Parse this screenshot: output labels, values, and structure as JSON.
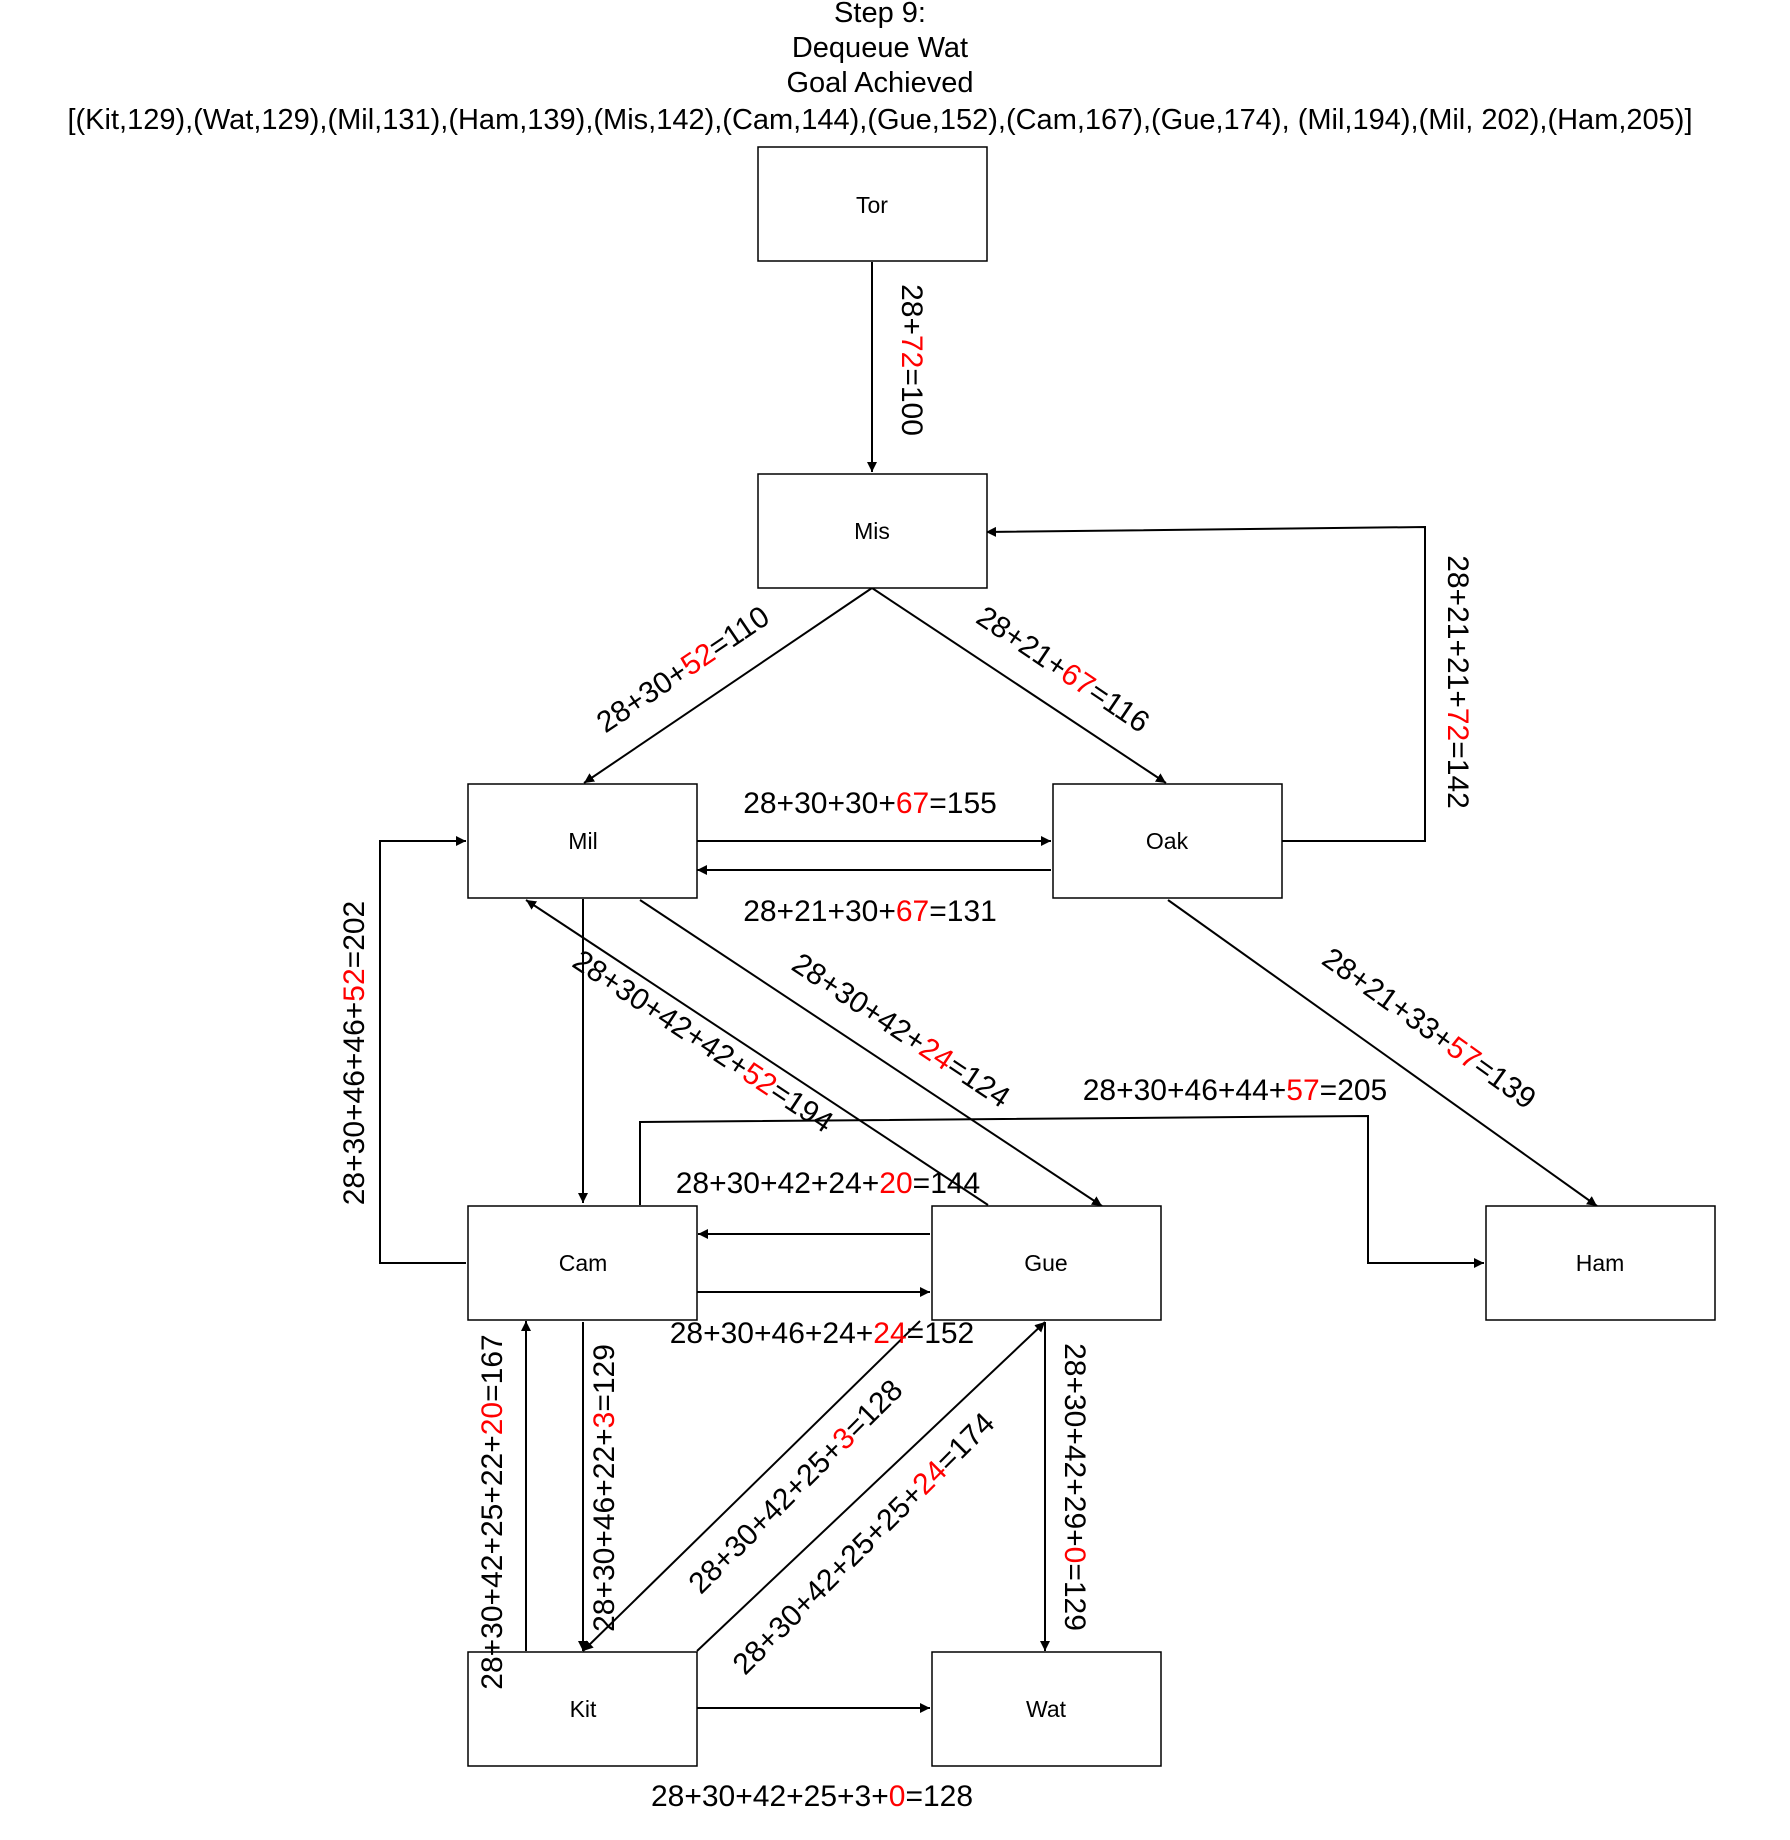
{
  "header": {
    "step": "Step 9:",
    "action": "Dequeue Wat",
    "status": "Goal Achieved",
    "queue": "[(Kit,129),(Wat,129),(Mil,131),(Ham,139),(Mis,142),(Cam,144),(Gue,152),(Cam,167),(Gue,174), (Mil,194),(Mil, 202),(Ham,205)]"
  },
  "colors": {
    "highlight": "#ff0000",
    "ink": "#000000"
  },
  "nodes": {
    "tor": "Tor",
    "mis": "Mis",
    "mil": "Mil",
    "oak": "Oak",
    "cam": "Cam",
    "gue": "Gue",
    "ham": "Ham",
    "kit": "Kit",
    "wat": "Wat"
  },
  "edges": {
    "tor_mis": {
      "pre": "28+",
      "hl": "72",
      "post": "=100"
    },
    "oak_mis": {
      "pre": "28+21+21+",
      "hl": "72",
      "post": "=142"
    },
    "mis_mil": {
      "pre": "28+30+",
      "hl": "52",
      "post": "=110"
    },
    "mis_oak": {
      "pre": "28+21+",
      "hl": "67",
      "post": "=116"
    },
    "mil_oak": {
      "pre": "28+30+30+",
      "hl": "67",
      "post": "=155"
    },
    "oak_mil": {
      "pre": "28+21+30+",
      "hl": "67",
      "post": "=131"
    },
    "cam_mil": {
      "pre": "28+30+46+46+",
      "hl": "52",
      "post": "=202"
    },
    "gue_mil": {
      "pre": "28+30+42+42+",
      "hl": "52",
      "post": "=194"
    },
    "mil_gue": {
      "pre": "28+30+42+",
      "hl": "24",
      "post": "=124"
    },
    "oak_ham": {
      "pre": "28+21+33+",
      "hl": "57",
      "post": "=139"
    },
    "cam_ham": {
      "pre": "28+30+46+44+",
      "hl": "57",
      "post": "=205"
    },
    "gue_cam": {
      "pre": "28+30+42+24+",
      "hl": "20",
      "post": "=144"
    },
    "cam_gue": {
      "pre": "28+30+46+24+",
      "hl": "24",
      "post": "=152"
    },
    "kit_cam": {
      "pre": "28+30+42+25+22+",
      "hl": "20",
      "post": "=167"
    },
    "cam_kit": {
      "pre": "28+30+46+22+",
      "hl": "3",
      "post": "=129"
    },
    "gue_kit": {
      "pre": "28+30+42+25+",
      "hl": "3",
      "post": "=128"
    },
    "kit_gue": {
      "pre": "28+30+42+25+25+",
      "hl": "24",
      "post": "=174"
    },
    "gue_wat": {
      "pre": "28+30+42+29+",
      "hl": "0",
      "post": "=129"
    },
    "kit_wat": {
      "pre": "28+30+42+25+3+",
      "hl": "0",
      "post": "=128"
    }
  }
}
